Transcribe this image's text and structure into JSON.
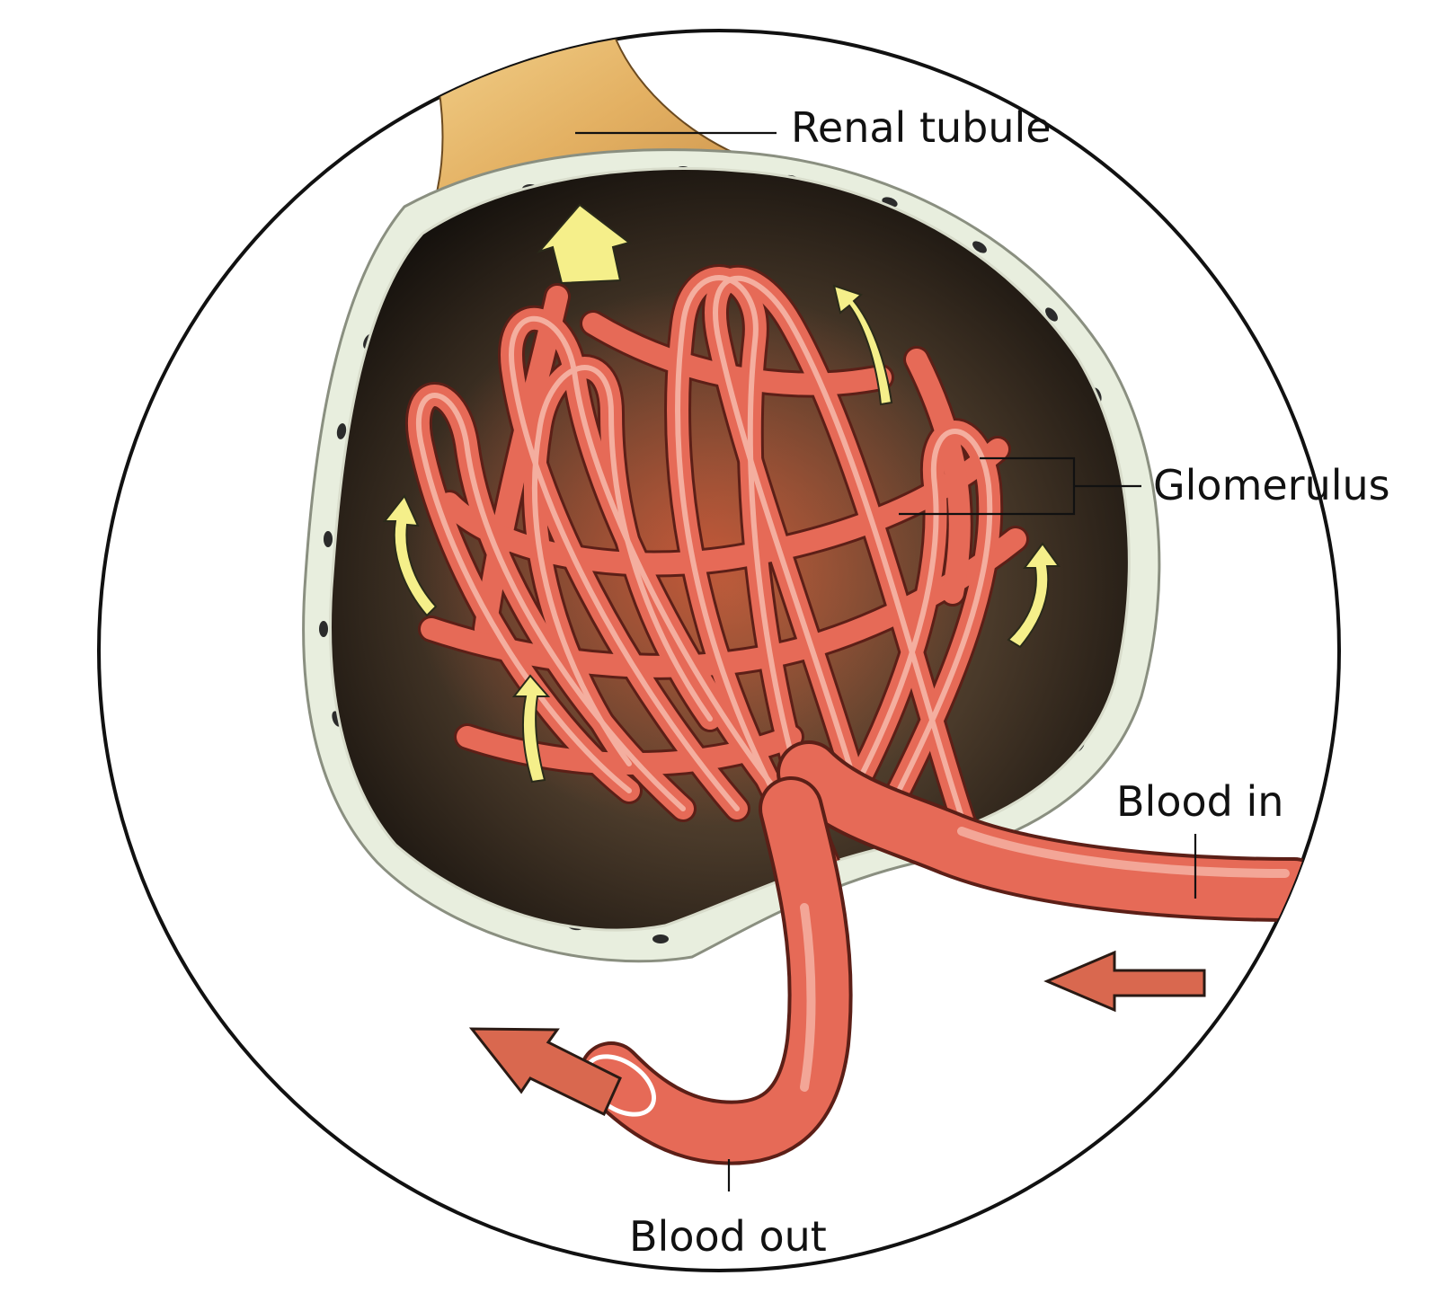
{
  "labels": {
    "renal_tubule": "Renal tubule",
    "glomerulus": "Glomerulus",
    "blood_in": "Blood in",
    "blood_out": "Blood out"
  },
  "colors": {
    "vessel": "#e8695a",
    "vessel_dark": "#a83a2c",
    "vessel_highlight": "#f7b7a8",
    "capsule_wall": "#e9efe0",
    "capsule_cavity": "#2a231c",
    "tubule": "#e6b96a",
    "filtration_arrow": "#f5f08a",
    "blood_flow_arrow": "#d9684f",
    "outline": "#111111"
  }
}
